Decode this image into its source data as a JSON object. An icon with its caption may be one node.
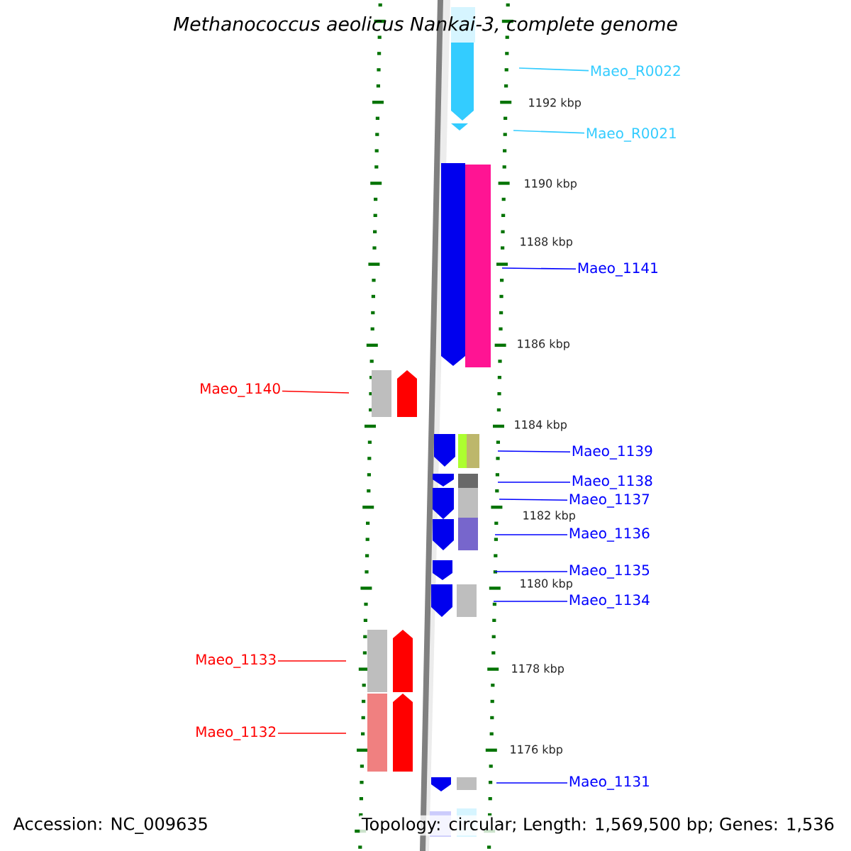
{
  "diagram": {
    "title": "Methanococcus aeolicus Nankai-3, complete genome",
    "nodes": [
      {
        "text": [
          "Maeo_R0022"
        ]
      },
      {
        "text": [
          "Maeo_R0021"
        ]
      },
      {
        "text": [
          "Maeo_1141"
        ]
      },
      {
        "text": [
          "Maeo_1140"
        ]
      },
      {
        "text": [
          "Maeo_1139"
        ]
      },
      {
        "text": [
          "Maeo_1138"
        ]
      },
      {
        "text": [
          "Maeo_1137"
        ]
      },
      {
        "text": [
          "Maeo_1136"
        ]
      },
      {
        "text": [
          "Maeo_1135"
        ]
      },
      {
        "text": [
          "Maeo_1134"
        ]
      },
      {
        "text": [
          "Maeo_1133"
        ]
      },
      {
        "text": [
          "Maeo_1132"
        ]
      },
      {
        "text": [
          "Maeo_1131"
        ]
      }
    ],
    "edges": [
      {
        "from": 0,
        "to": null,
        "arrow": "none",
        "color": "#33ccff"
      },
      {
        "from": 1,
        "to": null,
        "arrow": "none",
        "color": "#33ccff"
      },
      {
        "from": 2,
        "to": null,
        "arrow": "none"
      },
      {
        "from": 3,
        "to": null,
        "arrow": "none",
        "color": "#ff0000"
      },
      {
        "from": 4,
        "to": null,
        "arrow": "none"
      },
      {
        "from": 5,
        "to": null,
        "arrow": "none"
      },
      {
        "from": 6,
        "to": null,
        "arrow": "none"
      },
      {
        "from": 7,
        "to": null,
        "arrow": "none"
      },
      {
        "from": 8,
        "to": null,
        "arrow": "none"
      },
      {
        "from": 9,
        "to": null,
        "arrow": "none"
      },
      {
        "from": 10,
        "to": null,
        "arrow": "none",
        "color": "#ff0000"
      },
      {
        "from": 11,
        "to": null,
        "arrow": "none",
        "color": "#ff0000"
      },
      {
        "from": 12,
        "to": null,
        "arrow": "none"
      }
    ],
    "labels": [
      "1192 kbp",
      "1190 kbp",
      "1188 kbp",
      "1186 kbp",
      "1184 kbp",
      "1182 kbp",
      "1180 kbp",
      "1178 kbp",
      "1176 kbp",
      "Accession: NC_009635",
      "Topology: circular; Length: 1,569,500 bp; Genes: 1,536"
    ]
  }
}
